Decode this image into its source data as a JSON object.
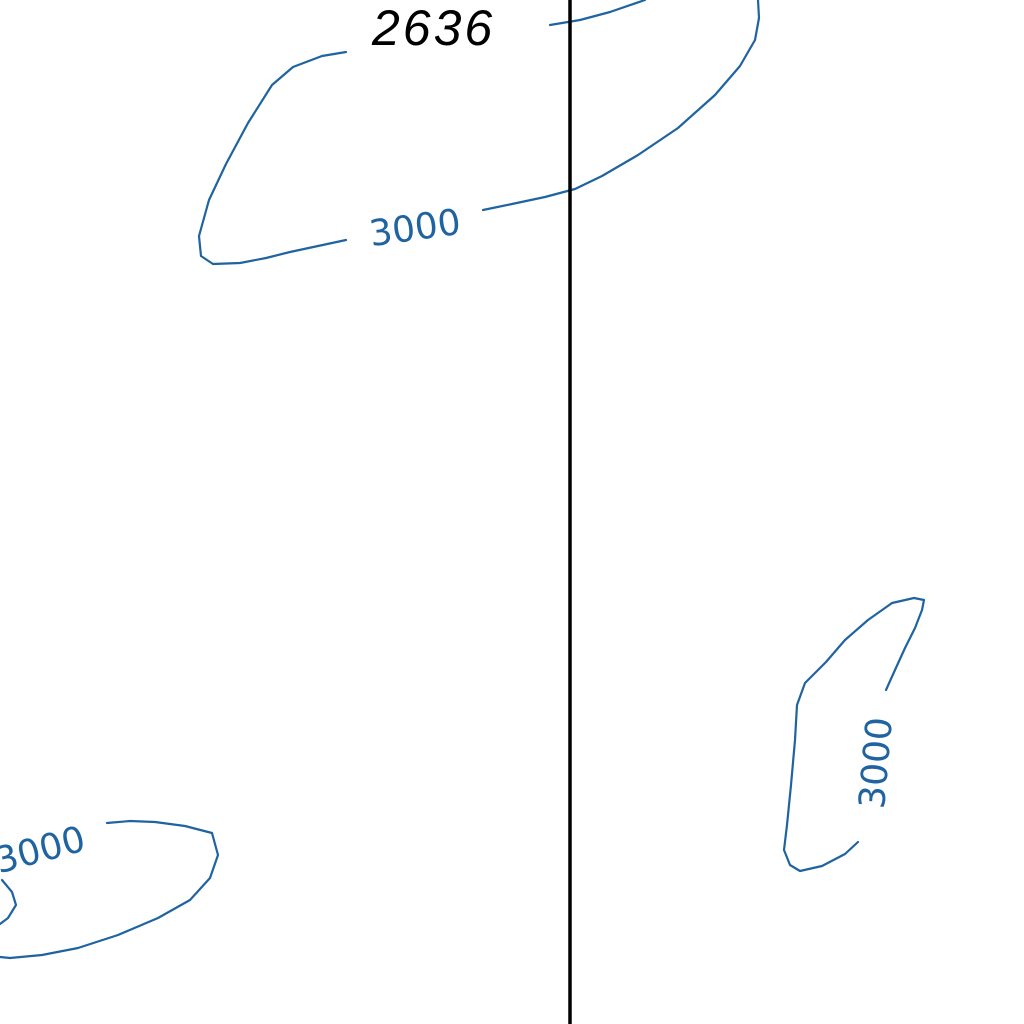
{
  "map": {
    "colors": {
      "contour": "#1f63a0",
      "text": "#000000",
      "boundary": "#000000",
      "background": "#ffffff"
    },
    "peak_elevation": "2636",
    "contour_labels": {
      "top_left": "3000",
      "bottom_left": "3000",
      "right": "3000"
    }
  }
}
